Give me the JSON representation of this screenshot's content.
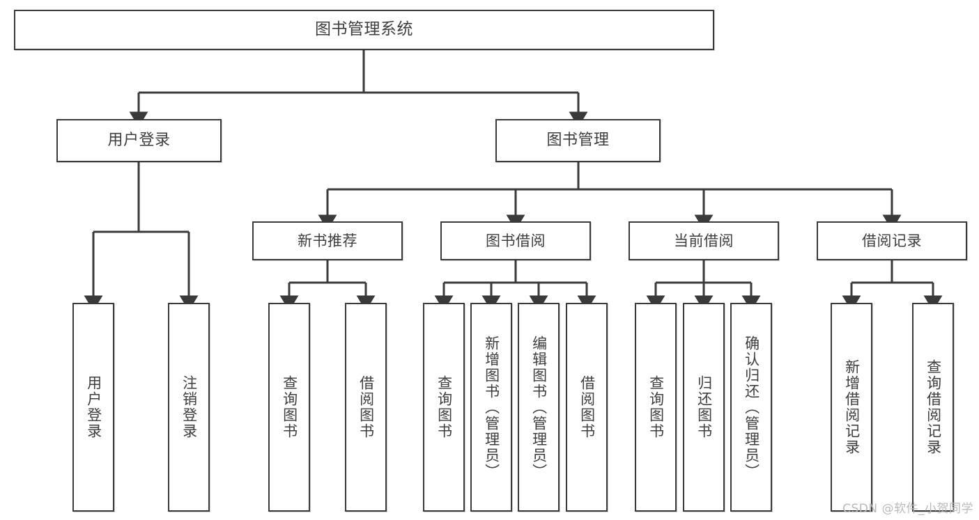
{
  "diagram": {
    "title": "图书管理系统",
    "type": "tree-hierarchy-chart",
    "root": {
      "label": "图书管理系统"
    },
    "level2": [
      {
        "label": "用户登录"
      },
      {
        "label": "图书管理"
      }
    ],
    "level3": [
      {
        "label": "新书推荐"
      },
      {
        "label": "图书借阅"
      },
      {
        "label": "当前借阅"
      },
      {
        "label": "借阅记录"
      }
    ],
    "leaves": [
      {
        "label": "用户登录"
      },
      {
        "label": "注销登录"
      },
      {
        "label": "查询图书"
      },
      {
        "label": "借阅图书"
      },
      {
        "label": "查询图书"
      },
      {
        "label": "新增图书（管理员）"
      },
      {
        "label": "编辑图书（管理员）"
      },
      {
        "label": "借阅图书"
      },
      {
        "label": "查询图书"
      },
      {
        "label": "归还图书"
      },
      {
        "label": "确认归还（管理员）"
      },
      {
        "label": "新增借阅记录"
      },
      {
        "label": "查询借阅记录"
      }
    ],
    "colors": {
      "stroke": "#3a3a3a",
      "text": "#3d3d3d",
      "background": "#ffffff",
      "watermark": "#b9b9b9"
    }
  },
  "watermark": {
    "text": "CSDN @软件_小贺同学"
  }
}
